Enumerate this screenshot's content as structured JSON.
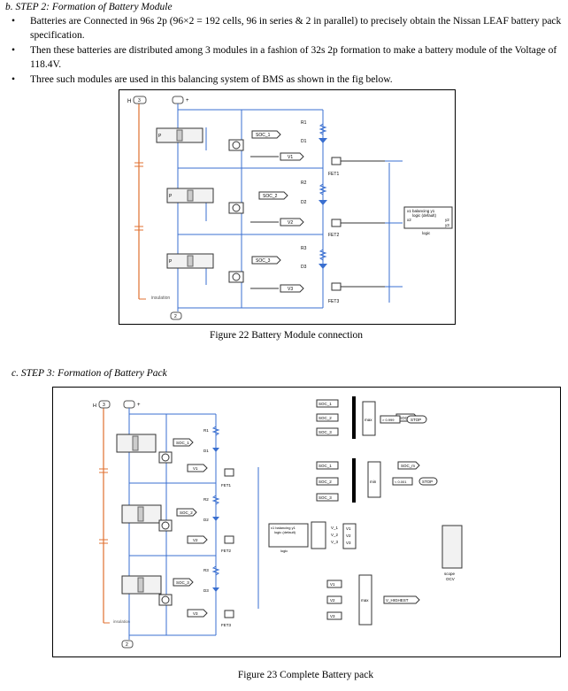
{
  "step2": {
    "heading": "b. STEP 2: Formation of Battery Module",
    "bullets": [
      "Batteries are Connected in 96s 2p (96×2 = 192 cells, 96 in series & 2 in parallel) to precisely obtain the Nissan LEAF battery pack specification.",
      "Then these batteries are distributed among 3 modules in a fashion of 32s 2p formation to make a battery module of the Voltage of 118.4V.",
      "Three such modules are used in this balancing system of BMS as shown in the fig below."
    ],
    "figure_caption": "Figure 22 Battery Module connection"
  },
  "step3": {
    "heading": "c. STEP 3: Formation of Battery Pack",
    "figure_caption": "Figure 23 Complete Battery pack"
  },
  "fig22": {
    "port_h": "H",
    "port_3": "3",
    "port_plus": "+",
    "port_2": "2",
    "insulation": "insulation",
    "resistors": [
      "R1",
      "R2",
      "R3"
    ],
    "diodes": [
      "D1",
      "D2",
      "D3"
    ],
    "fets": [
      "FET1",
      "FET2",
      "FET3"
    ],
    "socs": [
      "SOC_1",
      "SOC_2",
      "SOC_3"
    ],
    "volts": [
      "V1",
      "V2",
      "V3"
    ],
    "cell_p": "P",
    "logic_text": [
      "x1  balancing  y1",
      "logic (default)",
      "x2",
      "x3",
      "y2",
      "y3"
    ],
    "logic_label": "logic"
  },
  "fig23": {
    "port_h": "H",
    "port_3": "3",
    "port_plus": "+",
    "port_2": "2",
    "insulation": "insulation",
    "resistors": [
      "R1",
      "R2",
      "R3"
    ],
    "diodes": [
      "D1",
      "D2",
      "D3"
    ],
    "fets": [
      "FET1",
      "FET2",
      "FET3"
    ],
    "socs": [
      "SOC_1",
      "SOC_2",
      "SOC_3"
    ],
    "volts": [
      "V1",
      "V2",
      "V3"
    ],
    "mux_socs_top": [
      "SOC_1",
      "SOC_2",
      "SOC_3"
    ],
    "mux_socs_mid": [
      "SOC_1",
      "SOC_2",
      "SOC_3"
    ],
    "mux_volts": [
      "V1",
      "V2",
      "V3"
    ],
    "max_label": "max",
    "min_label": "min",
    "soc_m": "SOC_M",
    "soc_m2": "SOC_m",
    "stop": "STOP",
    "cmp_hi": "> 0.999",
    "cmp_lo": "< 0.001",
    "v_highest": "V_HIGHEST",
    "scope": "scope\nOCV",
    "logic_text": [
      "x1 balancing y1",
      "logic (default)",
      "x2",
      "x3",
      "y2",
      "y3"
    ],
    "logic_label": "logic",
    "out_v": [
      "V1",
      "V2",
      "V3"
    ],
    "y_labels": [
      "V_1",
      "V_2",
      "V_3"
    ]
  }
}
